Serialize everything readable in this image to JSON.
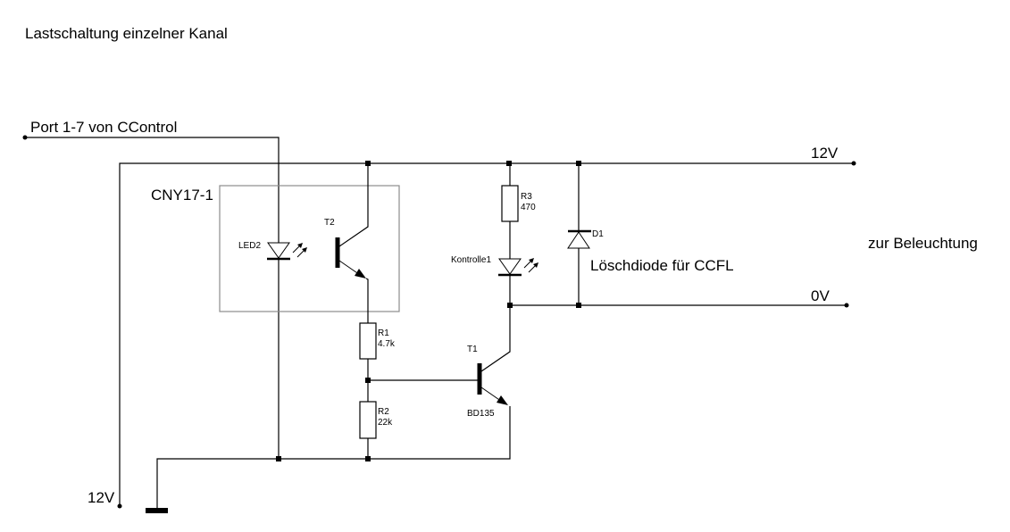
{
  "title": "Lastschaltung einzelner Kanal",
  "labels": {
    "port_input": "Port 1-7 von CControl",
    "rail_12v_right": "12V",
    "rail_0v_right": "0V",
    "rail_12v_left": "12V",
    "load_label": "zur Beleuchtung",
    "diode_note": "Löschdiode für CCFL",
    "optocoupler": "CNY17-1"
  },
  "components": {
    "led2": {
      "ref": "LED2"
    },
    "t2": {
      "ref": "T2"
    },
    "r1": {
      "ref": "R1",
      "value": "4.7k"
    },
    "r2": {
      "ref": "R2",
      "value": "22k"
    },
    "t1": {
      "ref": "T1",
      "value": "BD135"
    },
    "r3": {
      "ref": "R3",
      "value": "470"
    },
    "kontrolle1": {
      "ref": "Kontrolle1"
    },
    "d1": {
      "ref": "D1"
    }
  },
  "colors": {
    "wire": "#000000",
    "optocoupler_box": "#8c8c8c",
    "background": "#ffffff"
  }
}
